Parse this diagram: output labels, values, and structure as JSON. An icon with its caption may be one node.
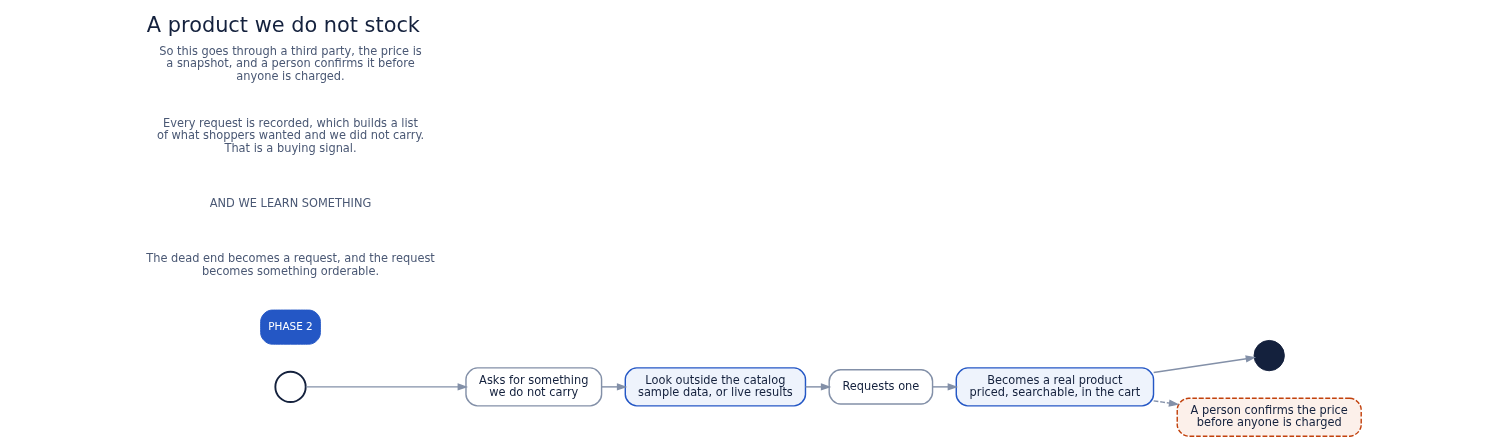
{
  "diagram": {
    "title": "A product we do not stock",
    "nodes": [
      {
        "text": [],
        "shape": "circle"
      },
      {
        "text": [
          "Asks for something",
          "we do not carry"
        ]
      },
      {
        "text": [
          "Look outside the catalog",
          "sample data, or live results"
        ]
      },
      {
        "text": [
          "Requests one"
        ]
      },
      {
        "text": [
          "Becomes a real product",
          "priced, searchable, in the cart"
        ]
      },
      {
        "text": [],
        "shape": "circle"
      },
      {
        "text": [
          "A person confirms the price",
          "before anyone is charged"
        ]
      }
    ],
    "edges": [
      {
        "from": 0,
        "to": 1,
        "arrow": "to"
      },
      {
        "from": 1,
        "to": 2,
        "arrow": "to"
      },
      {
        "from": 2,
        "to": 3,
        "arrow": "to"
      },
      {
        "from": 3,
        "to": 4,
        "arrow": "to"
      },
      {
        "from": 4,
        "to": 5,
        "arrow": "to"
      },
      {
        "from": 4,
        "to": 6,
        "arrow": "to",
        "style": "dashed"
      }
    ],
    "labels": [
      "PHASE 2",
      "The dead end becomes a request, and the request becomes something orderable.",
      "AND WE LEARN SOMETHING",
      "Every request is recorded, which builds a list of what shoppers wanted and we did not carry. That is a buying signal.",
      "So this goes through a third party, the price is a snapshot, and a person confirms it before anyone is charged."
    ]
  }
}
